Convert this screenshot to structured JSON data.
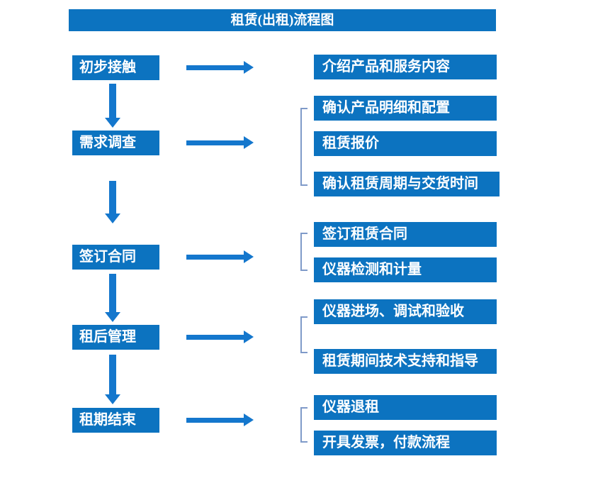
{
  "title": "租赁(出租)流程图",
  "colors": {
    "primary": "#0c73c0",
    "arrow": "#1477cd",
    "bracket": "#7f9ac9"
  },
  "stages": [
    {
      "label": "初步接触",
      "details": [
        "介绍产品和服务内容"
      ]
    },
    {
      "label": "需求调查",
      "details": [
        "确认产品明细和配置",
        "租赁报价",
        "确认租赁周期与交货时间"
      ]
    },
    {
      "label": "签订合同",
      "details": [
        "签订租赁合同",
        "仪器检测和计量"
      ]
    },
    {
      "label": "租后管理",
      "details": [
        "仪器进场、调试和验收",
        "租赁期间技术支持和指导"
      ]
    },
    {
      "label": "租期结束",
      "details": [
        "仪器退租",
        "开具发票，付款流程"
      ]
    }
  ]
}
